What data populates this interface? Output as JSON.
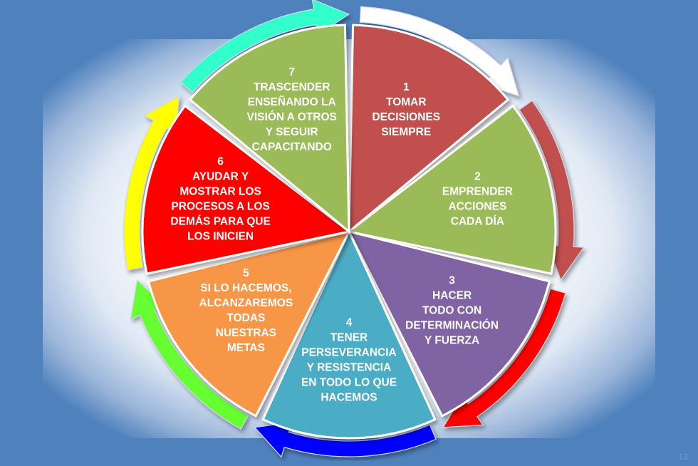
{
  "slide": {
    "page_number": "13",
    "colors": {
      "frame_blue": "#4f81bd",
      "center_glow": "#ffffff"
    }
  },
  "cycle": {
    "segments": [
      {
        "id": "1",
        "fill": "#c0504d",
        "lines": [
          "1",
          "TOMAR",
          "DECISIONES",
          "SIEMPRE"
        ],
        "arrow_color": "#ffffff"
      },
      {
        "id": "2",
        "fill": "#9bbb59",
        "lines": [
          "2",
          "EMPRENDER",
          "ACCIONES",
          "CADA DÍA"
        ],
        "arrow_color": "#c0504d"
      },
      {
        "id": "3",
        "fill": "#8064a2",
        "lines": [
          "3",
          "HACER",
          "TODO CON",
          "DETERMINACIÓN",
          "Y FUERZA"
        ],
        "arrow_color": "#ff0000"
      },
      {
        "id": "4",
        "fill": "#4bacc6",
        "lines": [
          "4",
          "TENER",
          "PERSEVERANCIA",
          "Y RESISTENCIA",
          "EN TODO LO QUE",
          "HACEMOS"
        ],
        "arrow_color": "#0000ff"
      },
      {
        "id": "5",
        "fill": "#f79646",
        "lines": [
          "5",
          "SI LO HACEMOS,",
          "ALCANZAREMOS",
          "TODAS",
          "NUESTRAS",
          "METAS"
        ],
        "arrow_color": "#66ff33"
      },
      {
        "id": "6",
        "fill": "#ff0000",
        "lines": [
          "6",
          "AYUDAR  Y",
          "MOSTRAR  LOS",
          "PROCESOS A LOS",
          "DEMÁS PARA QUE",
          "LOS INICIEN"
        ],
        "arrow_color": "#ffff00"
      },
      {
        "id": "7",
        "fill": "#9bbb59",
        "lines": [
          "7",
          "TRASCENDER",
          "ENSEÑANDO LA",
          "VISIÓN A OTROS",
          "Y SEGUIR",
          "CAPACITANDO"
        ],
        "arrow_color": "#33ffcc"
      }
    ]
  }
}
